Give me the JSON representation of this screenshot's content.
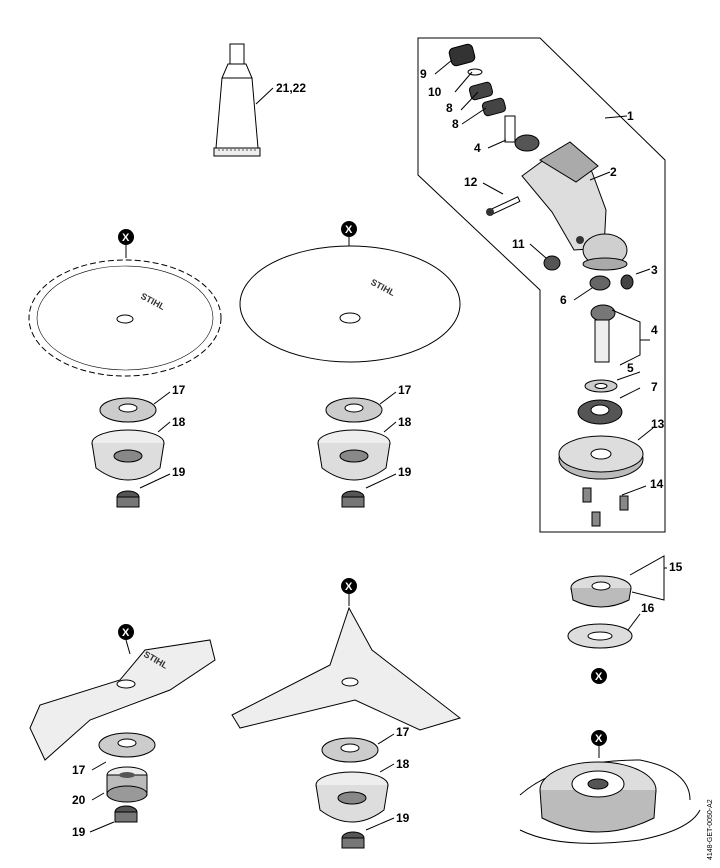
{
  "diagram": {
    "drawing_code": "4148-GET-0050-A2",
    "marker": "X",
    "brand_mark": "STIHL",
    "labels": {
      "tube": "21,22",
      "p1": "1",
      "p2": "2",
      "p3": "3",
      "p4a": "4",
      "p4b": "4",
      "p5": "5",
      "p6": "6",
      "p7": "7",
      "p8a": "8",
      "p8b": "8",
      "p9": "9",
      "p10": "10",
      "p11": "11",
      "p12": "12",
      "p13": "13",
      "p14": "14",
      "p15": "15",
      "p16": "16",
      "p17a": "17",
      "p18a": "18",
      "p19a": "19",
      "p17b": "17",
      "p18b": "18",
      "p19b": "19",
      "p17c": "17",
      "p20": "20",
      "p19c": "19",
      "p17d": "17",
      "p18d": "18",
      "p19d": "19"
    }
  }
}
